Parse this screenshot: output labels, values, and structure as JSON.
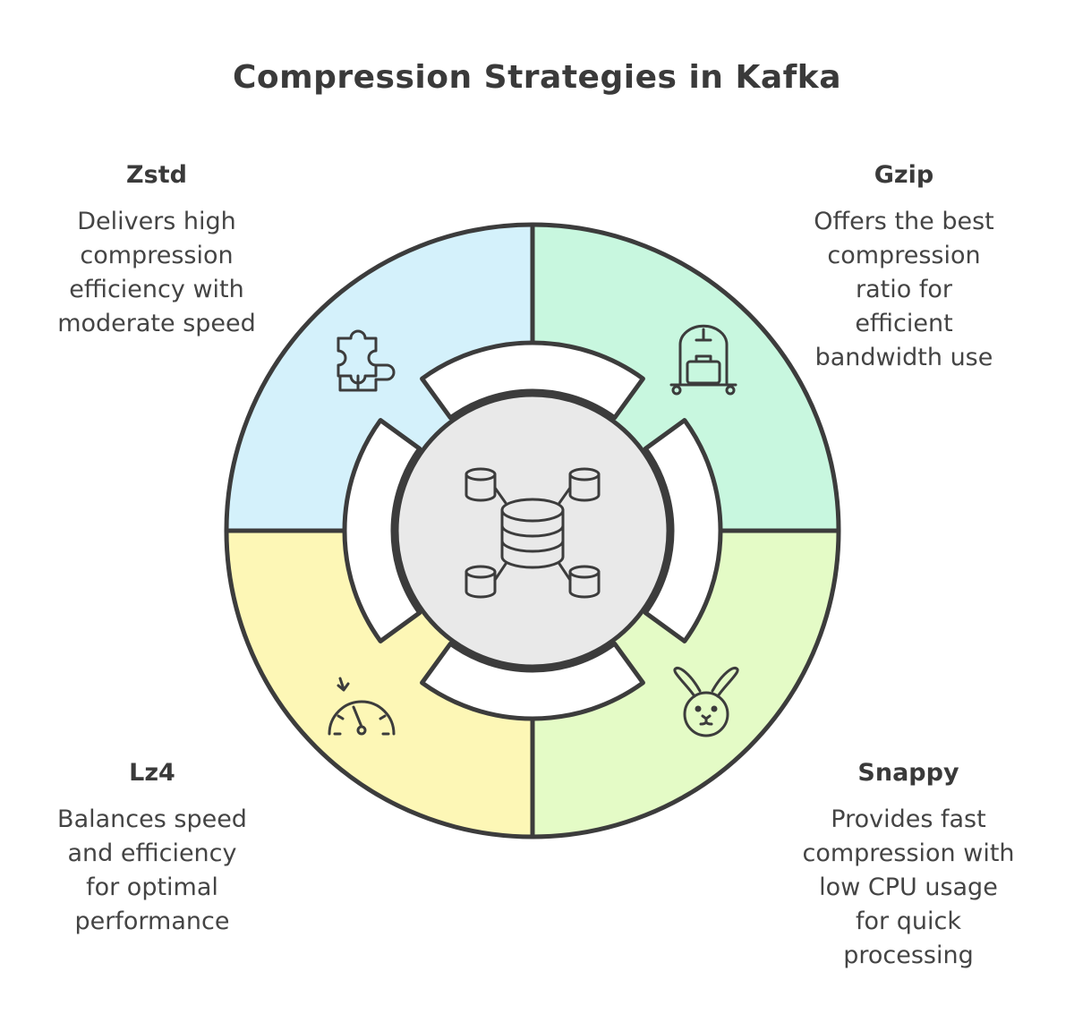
{
  "title": "Compression Strategies in Kafka",
  "center": {
    "icon": "database-network-icon"
  },
  "segments": [
    {
      "id": "zstd",
      "title": "Zstd",
      "description": [
        "Delivers high",
        "compression",
        "efficiency with",
        "moderate speed"
      ],
      "icon": "puzzle-piece-icon",
      "color": "#d4f1fb"
    },
    {
      "id": "gzip",
      "title": "Gzip",
      "description": [
        "Offers the best",
        "compression",
        "ratio for",
        "efficient",
        "bandwidth use"
      ],
      "icon": "luggage-cart-icon",
      "color": "#c8f7df"
    },
    {
      "id": "lz4",
      "title": "Lz4",
      "description": [
        "Balances speed",
        "and efficiency",
        "for optimal",
        "performance"
      ],
      "icon": "speedometer-icon",
      "color": "#fdf7b6"
    },
    {
      "id": "snappy",
      "title": "Snappy",
      "description": [
        "Provides fast",
        "compression with",
        "low CPU usage",
        "for quick",
        "processing"
      ],
      "icon": "rabbit-icon",
      "color": "#e4fbc6"
    }
  ]
}
